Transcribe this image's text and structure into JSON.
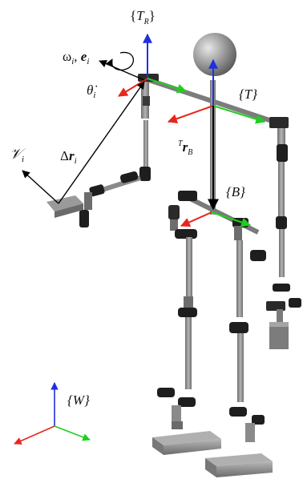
{
  "labels": {
    "frame_TR": {
      "open": "{",
      "main": "T",
      "sub": "R",
      "close": "}"
    },
    "frame_T": "{T}",
    "frame_B": "{B}",
    "frame_W": "{W}",
    "omega_e": {
      "omega": "ω",
      "sub1": "i",
      "comma": ", ",
      "e": "e",
      "sub2": "i"
    },
    "theta_dot": {
      "theta": "θ̇",
      "sub": "i"
    },
    "velocity": {
      "v": "𝒱",
      "sub": "i"
    },
    "delta_r": {
      "delta": "Δ",
      "r": "r",
      "sub": "i"
    },
    "r_TB": {
      "sup": "T",
      "r": "r",
      "sub": "B"
    }
  },
  "colors": {
    "axis_x": "#e8261c",
    "axis_y": "#1fcf1f",
    "axis_z": "#1f2fe0",
    "metal": "#8a8a8a",
    "joint": "#1e1e1e",
    "vector": "#000000"
  }
}
